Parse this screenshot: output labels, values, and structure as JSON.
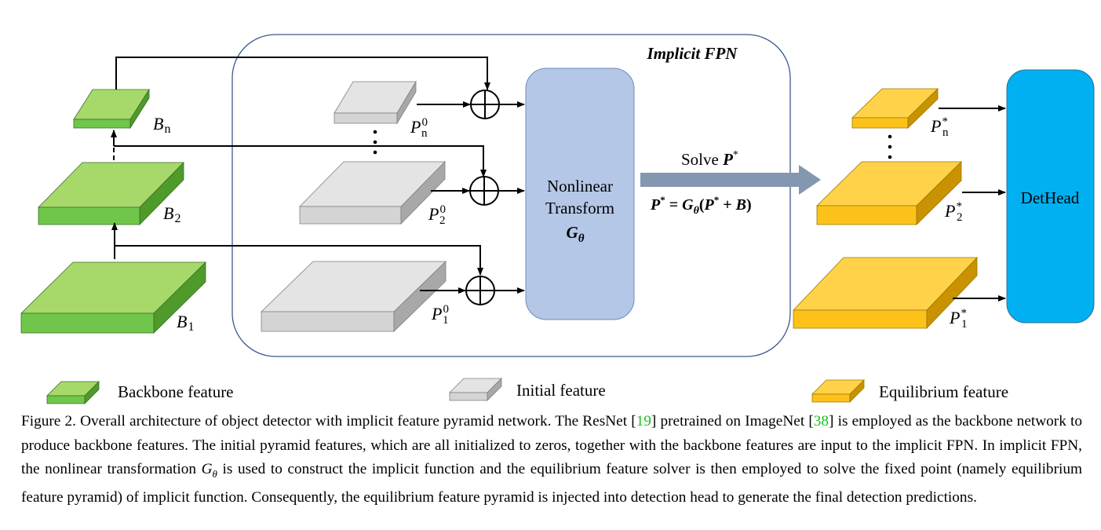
{
  "figure": {
    "group_title": "Implicit FPN",
    "backbone_labels": {
      "b": "B",
      "n": "n",
      "two": "2",
      "one": "1"
    },
    "pyramid_labels": {
      "p": "P",
      "zero": "0",
      "n": "n",
      "two": "2",
      "one": "1",
      "star": "*"
    },
    "transform": {
      "line1": "Nonlinear",
      "line2": "Transform",
      "g": "G",
      "theta": "θ"
    },
    "solve": {
      "text": "Solve ",
      "p": "P",
      "star": "*"
    },
    "equation": {
      "p": "P",
      "star": "*",
      "eq": " = ",
      "g": "G",
      "theta": "θ",
      "open": "(",
      "plus": " + ",
      "b": "B",
      "close": ")"
    },
    "det_head": "DetHead",
    "legend": {
      "backbone": "Backbone feature",
      "initial": "Initial feature",
      "equilibrium": "Equilibrium feature"
    },
    "colors": {
      "backbone_top": "#a6d96a",
      "backbone_front": "#70c64a",
      "backbone_side": "#4e9a2a",
      "initial_top": "#e4e4e4",
      "initial_front": "#d4d4d4",
      "initial_side": "#a8a8a8",
      "equilibrium_top": "#ffd24a",
      "equilibrium_front": "#fcc21a",
      "equilibrium_side": "#c99200",
      "transform_fill": "#b4c7e7",
      "dethead_fill": "#00b0f0",
      "arrow_fill": "#8497b0",
      "cite_color": "#19c21f"
    }
  },
  "caption": {
    "part1": "Figure 2. Overall architecture of object detector with implicit feature pyramid network. The ResNet [",
    "cite1": "19",
    "part2": "] pretrained on ImageNet [",
    "cite2": "38",
    "part3": "] is employed as the backbone network to produce backbone features. The initial pyramid features, which are all initialized to zeros, together with the backbone features are input to the implicit FPN. In implicit FPN, the nonlinear transformation ",
    "math_g": "G",
    "math_theta": "θ",
    "part4": " is used to construct the implicit function and the equilibrium feature solver is then employed to solve the fixed point (namely equilibrium feature pyramid) of implicit function. Consequently, the equilibrium feature pyramid is injected into detection head to generate the final detection predictions."
  }
}
